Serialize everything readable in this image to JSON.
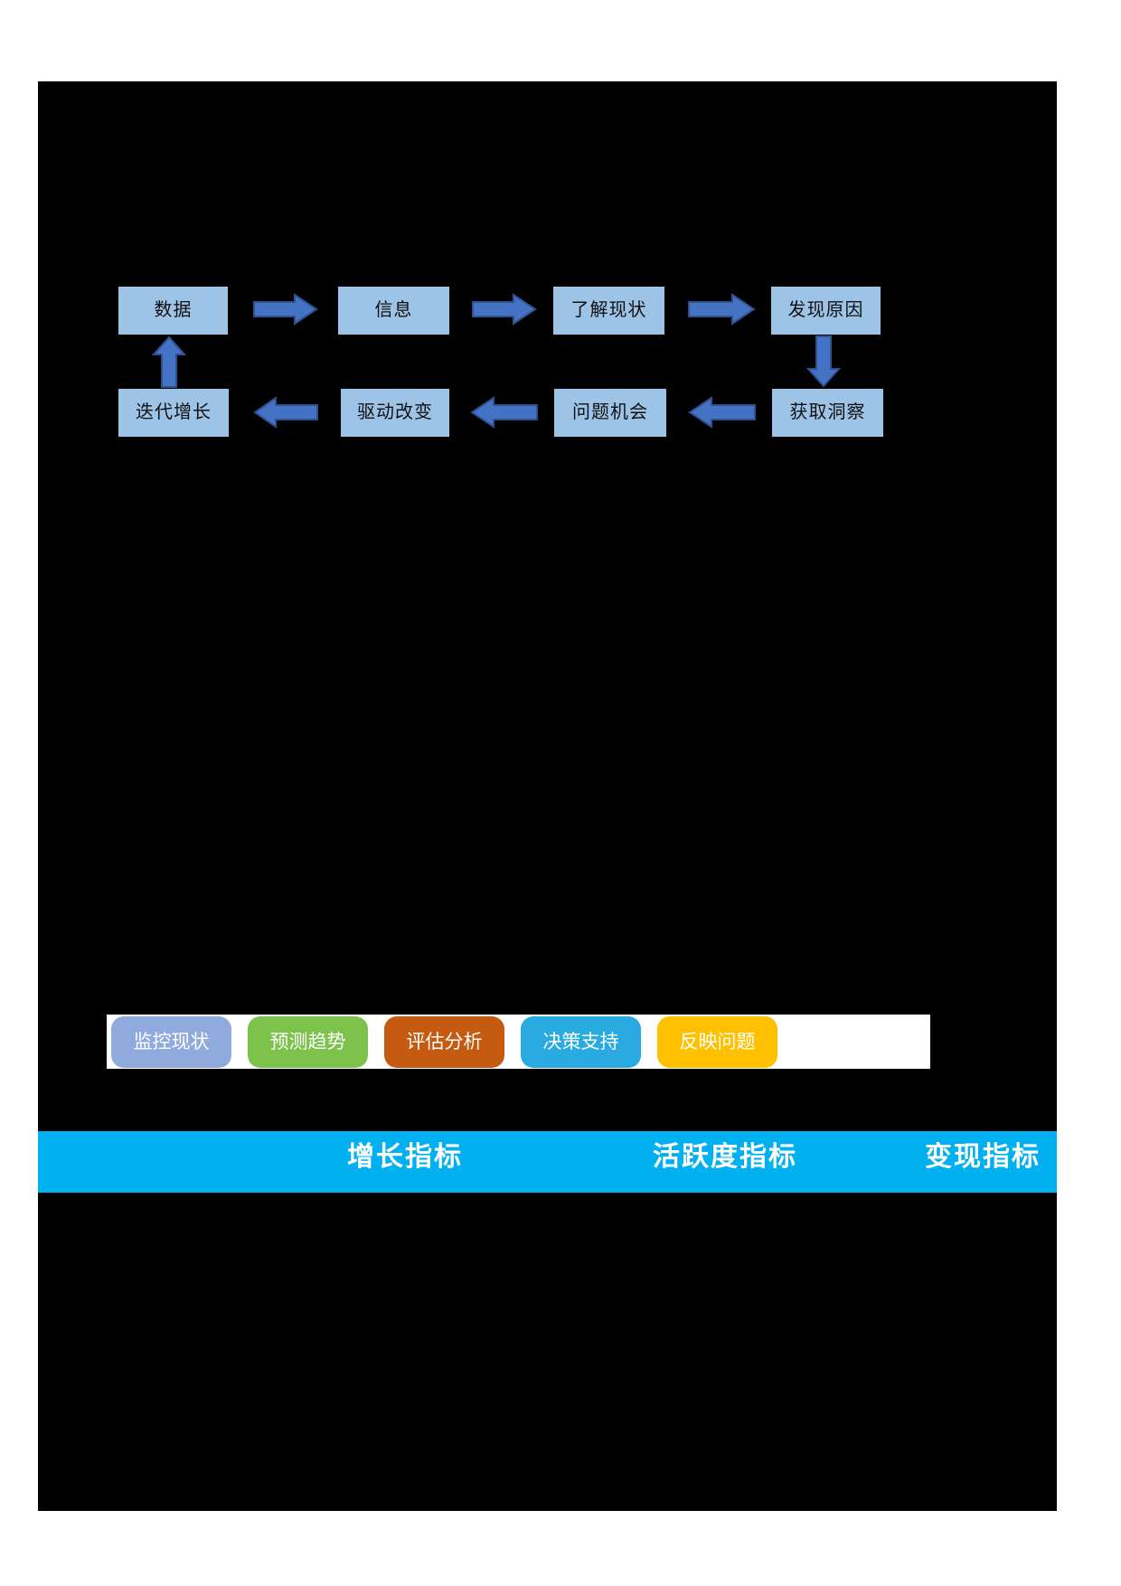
{
  "colors": {
    "page_bg": "#000000",
    "box_fill": "#9DC3E6",
    "arrow_fill": "#4472C4",
    "arrow_stroke": "#2F528F",
    "strip_bg": "#FFFFFF",
    "banner_bg": "#00B0F0"
  },
  "flow_diagram": {
    "top_row": [
      {
        "label": "数据"
      },
      {
        "label": "信息"
      },
      {
        "label": "了解现状"
      },
      {
        "label": "发现原因"
      }
    ],
    "bottom_row": [
      {
        "label": "迭代增长"
      },
      {
        "label": "驱动改变"
      },
      {
        "label": "问题机会"
      },
      {
        "label": "获取洞察"
      }
    ]
  },
  "function_chips": {
    "items": [
      {
        "label": "监控现状",
        "color": "#8FAADC"
      },
      {
        "label": "预测趋势",
        "color": "#7CC24B"
      },
      {
        "label": "评估分析",
        "color": "#C55A11"
      },
      {
        "label": "决策支持",
        "color": "#29ABE2"
      },
      {
        "label": "反映问题",
        "color": "#FFC000"
      }
    ]
  },
  "metrics_banner": {
    "items": [
      {
        "label": "增长指标"
      },
      {
        "label": "活跃度指标"
      },
      {
        "label": "变现指标"
      }
    ]
  }
}
